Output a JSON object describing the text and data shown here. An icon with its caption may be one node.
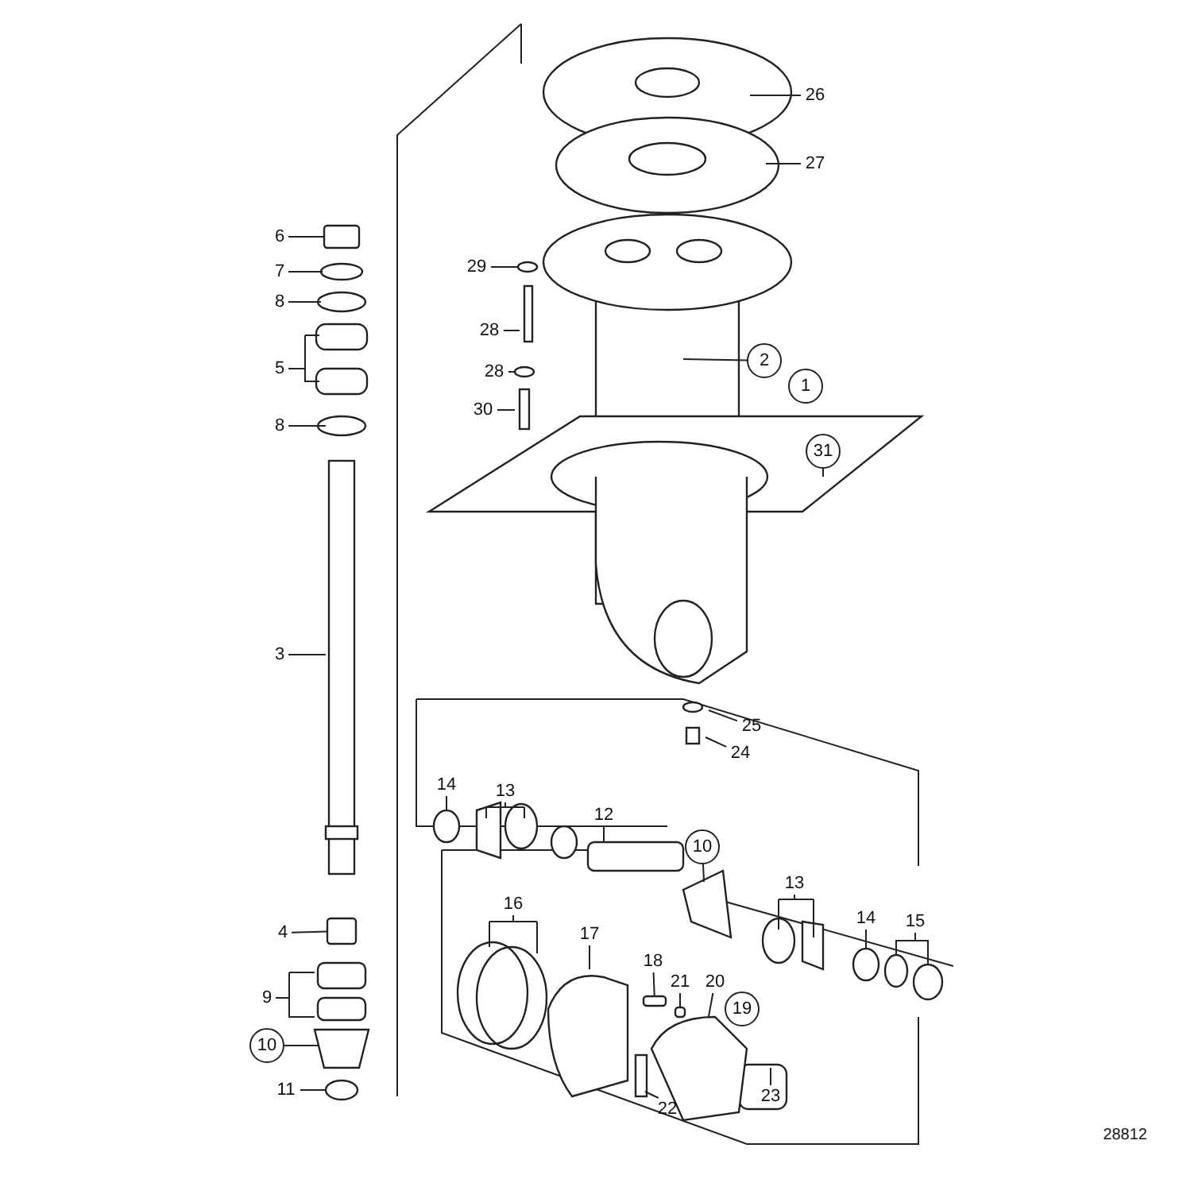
{
  "diagram": {
    "nodes": [
      {
        "text": [
          "26"
        ]
      },
      {
        "text": [
          "27"
        ]
      },
      {
        "text": [
          "6"
        ]
      },
      {
        "text": [
          "7"
        ]
      },
      {
        "text": [
          "29"
        ]
      },
      {
        "text": [
          "8"
        ]
      },
      {
        "text": [
          "28"
        ]
      },
      {
        "text": [
          "5"
        ]
      },
      {
        "text": [
          "2"
        ]
      },
      {
        "text": [
          "1"
        ]
      },
      {
        "text": [
          "28"
        ]
      },
      {
        "text": [
          "30"
        ]
      },
      {
        "text": [
          "8"
        ]
      },
      {
        "text": [
          "31"
        ]
      },
      {
        "text": [
          "3"
        ]
      },
      {
        "text": [
          "25"
        ]
      },
      {
        "text": [
          "24"
        ]
      },
      {
        "text": [
          "14"
        ]
      },
      {
        "text": [
          "13"
        ]
      },
      {
        "text": [
          "12"
        ]
      },
      {
        "text": [
          "10"
        ]
      },
      {
        "text": [
          "13"
        ]
      },
      {
        "text": [
          "14"
        ]
      },
      {
        "text": [
          "15"
        ]
      },
      {
        "text": [
          "4"
        ]
      },
      {
        "text": [
          "16"
        ]
      },
      {
        "text": [
          "17"
        ]
      },
      {
        "text": [
          "18"
        ]
      },
      {
        "text": [
          "20"
        ]
      },
      {
        "text": [
          "21"
        ]
      },
      {
        "text": [
          "9"
        ]
      },
      {
        "text": [
          "19"
        ]
      },
      {
        "text": [
          "10"
        ]
      },
      {
        "text": [
          "11"
        ]
      },
      {
        "text": [
          "22"
        ]
      },
      {
        "text": [
          "23"
        ]
      },
      {
        "text": [],
        "shape": "box"
      },
      {
        "text": [],
        "shape": "circle"
      },
      {
        "text": [],
        "shape": "circle"
      },
      {
        "text": [],
        "shape": "circle"
      },
      {
        "text": [],
        "shape": "circle"
      },
      {
        "text": [],
        "shape": "circle"
      },
      {
        "text": [],
        "shape": "circle"
      },
      {
        "text": [],
        "shape": "box"
      },
      {
        "text": [],
        "shape": "circle"
      },
      {
        "text": [],
        "shape": "box"
      },
      {
        "text": [],
        "shape": "picture"
      },
      {
        "text": [],
        "shape": "box"
      }
    ],
    "edges": [
      {
        "from": 0,
        "to": null,
        "arrow": "none"
      },
      {
        "from": 1,
        "to": null,
        "arrow": "none"
      },
      {
        "from": 2,
        "to": 36,
        "arrow": "none"
      },
      {
        "from": 3,
        "to": null,
        "arrow": "none"
      },
      {
        "from": 4,
        "to": 37,
        "arrow": "none"
      },
      {
        "from": 5,
        "to": null,
        "arrow": "none"
      },
      {
        "from": 6,
        "to": null,
        "arrow": "none"
      },
      {
        "from": 7,
        "to": null,
        "arrow": "none"
      },
      {
        "from": 8,
        "to": null,
        "arrow": "none"
      },
      {
        "from": 10,
        "to": 38,
        "arrow": "none"
      },
      {
        "from": 11,
        "to": null,
        "arrow": "none"
      },
      {
        "from": 12,
        "to": null,
        "arrow": "none"
      },
      {
        "from": 13,
        "to": null,
        "arrow": "none"
      },
      {
        "from": 14,
        "to": null,
        "arrow": "none"
      },
      {
        "from": 15,
        "to": null,
        "arrow": "none"
      },
      {
        "from": 16,
        "to": null,
        "arrow": "none"
      },
      {
        "from": 17,
        "to": 39,
        "arrow": "none"
      },
      {
        "from": 18,
        "to": null,
        "arrow": "none"
      },
      {
        "from": 19,
        "to": null,
        "arrow": "none"
      },
      {
        "from": 20,
        "to": null,
        "arrow": "none"
      },
      {
        "from": 21,
        "to": null,
        "arrow": "none"
      },
      {
        "from": 22,
        "to": 40,
        "arrow": "none"
      },
      {
        "from": 23,
        "to": 41,
        "arrow": "none"
      },
      {
        "from": 24,
        "to": 43,
        "arrow": "none"
      },
      {
        "from": 25,
        "to": null,
        "arrow": "none"
      },
      {
        "from": 26,
        "to": null,
        "arrow": "none"
      },
      {
        "from": 27,
        "to": 45,
        "arrow": "none"
      },
      {
        "from": 28,
        "to": 46,
        "arrow": "none"
      },
      {
        "from": 29,
        "to": 47,
        "arrow": "none"
      },
      {
        "from": 30,
        "to": null,
        "arrow": "none"
      },
      {
        "from": 32,
        "to": null,
        "arrow": "none"
      },
      {
        "from": 33,
        "to": 44,
        "arrow": "none"
      },
      {
        "from": 34,
        "to": null,
        "arrow": "none"
      },
      {
        "from": 35,
        "to": null,
        "arrow": "none"
      },
      {
        "from": 23,
        "to": 42,
        "arrow": "none"
      }
    ],
    "labels": [
      "28812"
    ]
  }
}
